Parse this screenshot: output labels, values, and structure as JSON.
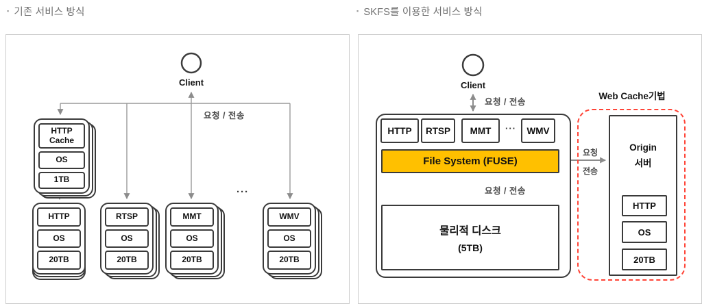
{
  "sections": {
    "bullet": "▪",
    "left_title": "기존 서비스 방식",
    "right_title": "SKFS를 이용한 서비스 방식"
  },
  "left": {
    "client": "Client",
    "flow_label": "요청 / 전송",
    "ellipsis": "···",
    "cache_stack": {
      "row1": "HTTP\nCache",
      "row2": "OS",
      "row3": "1TB"
    },
    "stacks": [
      {
        "row1": "HTTP",
        "row2": "OS",
        "row3": "20TB"
      },
      {
        "row1": "RTSP",
        "row2": "OS",
        "row3": "20TB"
      },
      {
        "row1": "MMT",
        "row2": "OS",
        "row3": "20TB"
      },
      {
        "row1": "WMV",
        "row2": "OS",
        "row3": "20TB"
      }
    ]
  },
  "right": {
    "client": "Client",
    "flow_label_top": "요청 / 전송",
    "protocols": {
      "p1": "HTTP",
      "p2": "RTSP",
      "p3": "MMT",
      "dots": "···",
      "p4": "WMV"
    },
    "fuse": "File System (FUSE)",
    "flow_label_mid": "요청 / 전송",
    "disk_line1": "물리적 디스크",
    "disk_line2": "(5TB)",
    "web_cache_title": "Web Cache기법",
    "origin_title": "Origin\n서버",
    "arrow_label_top": "요청",
    "arrow_label_bottom": "전송",
    "origin_rows": {
      "row1": "HTTP",
      "row2": "OS",
      "row3": "20TB"
    }
  },
  "colors": {
    "fuse_fill": "#FFC000",
    "web_cache_dashed_border": "#FF4336",
    "diagram_line_gray": "#999999",
    "panel_border": "#CCCCCC",
    "title_text": "#6E6E6E"
  }
}
